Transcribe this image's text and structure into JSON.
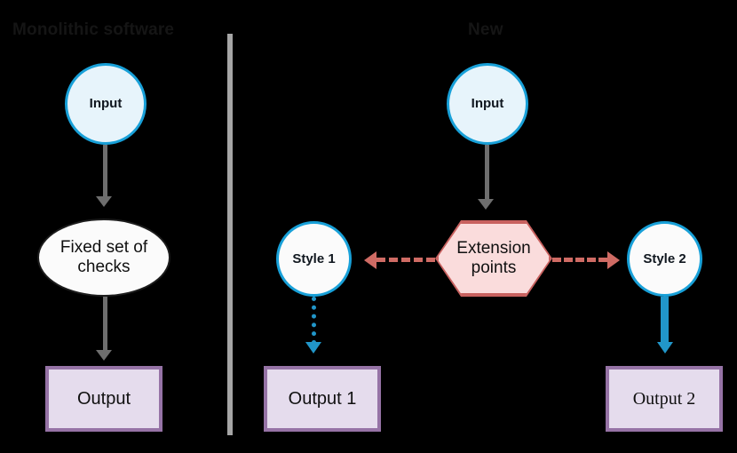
{
  "diagram": {
    "type": "flow-comparison",
    "background_color": "#000000",
    "sections": [
      {
        "id": "left",
        "title": "Monolithic software"
      },
      {
        "id": "right",
        "title": "New"
      }
    ],
    "divider": {
      "color": "#a6a6a6"
    },
    "nodes": [
      {
        "id": "input-left",
        "label": "Input",
        "shape": "circle",
        "section": "left",
        "fill": "#e7f4fb",
        "stroke": "#18a0d8"
      },
      {
        "id": "checks",
        "label": "Fixed set of checks",
        "shape": "ellipse",
        "section": "left",
        "fill": "#fbfbfb",
        "stroke": "#1c1c1c"
      },
      {
        "id": "output-left",
        "label": "Output",
        "shape": "rectangle",
        "section": "left",
        "fill": "#e5dced",
        "stroke": "#9673a6"
      },
      {
        "id": "input-right",
        "label": "Input",
        "shape": "circle",
        "section": "right",
        "fill": "#e7f4fb",
        "stroke": "#18a0d8"
      },
      {
        "id": "extension",
        "label": "Extension points",
        "shape": "hexagon",
        "section": "right",
        "fill": "#fadcdc",
        "stroke": "#c8615f"
      },
      {
        "id": "style-1",
        "label": "Style 1",
        "shape": "circle",
        "section": "right",
        "fill": "#fbfbfb",
        "stroke": "#18a0d8"
      },
      {
        "id": "style-2",
        "label": "Style 2",
        "shape": "circle",
        "section": "right",
        "fill": "#fbfbfb",
        "stroke": "#18a0d8"
      },
      {
        "id": "output-1",
        "label": "Output 1",
        "shape": "rectangle",
        "section": "right",
        "fill": "#e5dced",
        "stroke": "#9673a6"
      },
      {
        "id": "output-2",
        "label": "Output 2",
        "shape": "rectangle",
        "section": "right",
        "fill": "#e5dced",
        "stroke": "#9673a6"
      }
    ],
    "edges": [
      {
        "id": "e1",
        "from": "input-left",
        "to": "checks",
        "style": "solid",
        "color": "#6e6e6e",
        "direction": "down"
      },
      {
        "id": "e2",
        "from": "checks",
        "to": "output-left",
        "style": "solid",
        "color": "#6e6e6e",
        "direction": "down"
      },
      {
        "id": "e3",
        "from": "input-right",
        "to": "extension",
        "style": "solid",
        "color": "#6e6e6e",
        "direction": "down"
      },
      {
        "id": "e4",
        "from": "extension",
        "to": "style-1",
        "style": "dashed",
        "color": "#cf6b64",
        "direction": "left"
      },
      {
        "id": "e5",
        "from": "extension",
        "to": "style-2",
        "style": "dashed",
        "color": "#cf6b64",
        "direction": "right"
      },
      {
        "id": "e6",
        "from": "style-1",
        "to": "output-1",
        "style": "dotted",
        "color": "#2196c9",
        "direction": "down"
      },
      {
        "id": "e7",
        "from": "style-2",
        "to": "output-2",
        "style": "chevron",
        "color": "#2196c9",
        "direction": "down"
      }
    ]
  }
}
